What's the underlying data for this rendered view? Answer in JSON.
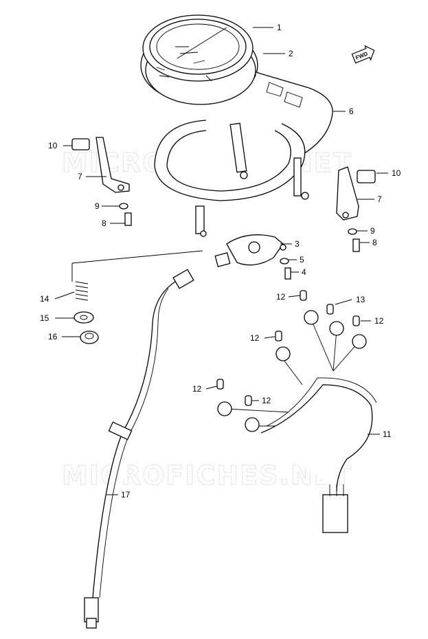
{
  "watermark": "MICROFICHES.NET",
  "fwd_label": "FWD",
  "callouts": {
    "c1": "1",
    "c2": "2",
    "c3": "3",
    "c4": "4",
    "c5": "5",
    "c6": "6",
    "c7a": "7",
    "c7b": "7",
    "c8a": "8",
    "c8b": "8",
    "c9a": "9",
    "c9b": "9",
    "c10a": "10",
    "c10b": "10",
    "c11": "11",
    "c12a": "12",
    "c12b": "12",
    "c12c": "12",
    "c12d": "12",
    "c12e": "12",
    "c13": "13",
    "c14": "14",
    "c15": "15",
    "c16": "16",
    "c17": "17"
  }
}
